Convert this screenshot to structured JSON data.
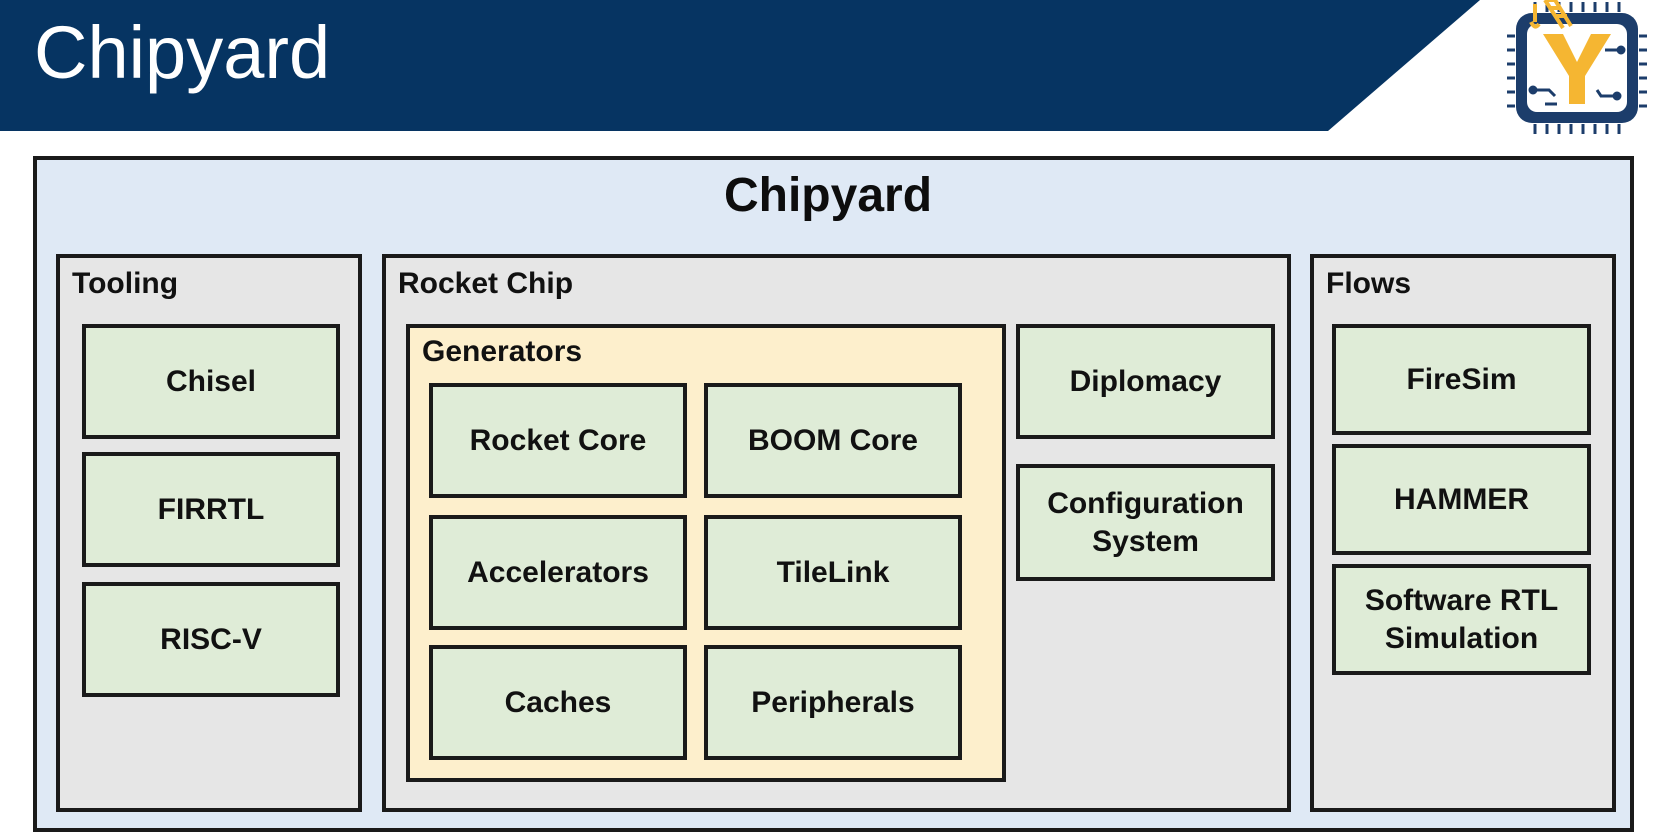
{
  "header": {
    "title": "Chipyard"
  },
  "diagram": {
    "title": "Chipyard",
    "tooling": {
      "label": "Tooling",
      "items": [
        "Chisel",
        "FIRRTL",
        "RISC-V"
      ]
    },
    "rocket_chip": {
      "label": "Rocket Chip",
      "generators": {
        "label": "Generators",
        "items": [
          "Rocket Core",
          "BOOM Core",
          "Accelerators",
          "TileLink",
          "Caches",
          "Peripherals"
        ]
      },
      "side_items": [
        "Diplomacy",
        "Configuration System"
      ]
    },
    "flows": {
      "label": "Flows",
      "items": [
        "FireSim",
        "HAMMER",
        "Software RTL Simulation"
      ]
    }
  },
  "colors": {
    "banner": "#063462",
    "outer_bg": "#dfe9f5",
    "panel_bg": "#e6e6e6",
    "generators_bg": "#fdefcc",
    "block_bg": "#dfecd7",
    "logo_navy": "#1c3d6b",
    "logo_gold": "#f5b632"
  }
}
